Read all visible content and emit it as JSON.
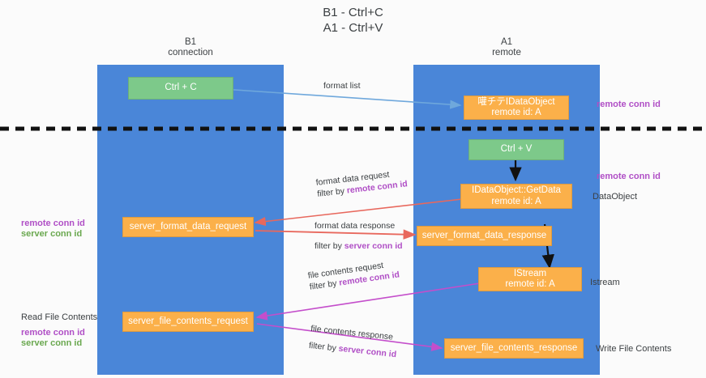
{
  "title": {
    "line1": "B1 - Ctrl+C",
    "line2": "A1 - Ctrl+V"
  },
  "lanes": [
    {
      "id": "b1",
      "title": "B1",
      "subtitle": "connection",
      "color": "#4a86d8"
    },
    {
      "id": "a1",
      "title": "A1",
      "subtitle": "remote",
      "color": "#4a86d8"
    }
  ],
  "nodes": {
    "ctrl_c": {
      "label": "Ctrl + C",
      "color": "#7dc98a"
    },
    "ctrl_v": {
      "label": "Ctrl + V",
      "color": "#7dc98a"
    },
    "idataobject_remote": {
      "label": "嚾チテIDataObject",
      "sub": "remote id: A",
      "color": "#fbb04a"
    },
    "idataobject_getdata": {
      "label": "IDataObject::GetData",
      "sub": "remote id: A",
      "color": "#fbb04a"
    },
    "istream": {
      "label": "IStream",
      "sub": "remote id: A",
      "color": "#fbb04a"
    },
    "server_format_data_request": {
      "label": "server_format_data_request",
      "color": "#fbb04a"
    },
    "server_format_data_response": {
      "label": "server_format_data_response",
      "color": "#fbb04a"
    },
    "server_file_contents_request": {
      "label": "server_file_contents_request",
      "color": "#fbb04a"
    },
    "server_file_contents_response": {
      "label": "server_file_contents_response",
      "color": "#fbb04a"
    }
  },
  "edge_labels": {
    "format_list": "format list",
    "format_data_request": {
      "line1": "format data request",
      "filter_prefix": "filter by ",
      "filter_key": "remote conn id"
    },
    "format_data_response": {
      "line1": "format data response",
      "filter_prefix": "filter by ",
      "filter_key": "server conn id"
    },
    "file_contents_request": {
      "line1": "file contents request",
      "filter_prefix": "filter by ",
      "filter_key": "remote conn id"
    },
    "file_contents_response": {
      "line1": "file contents response",
      "filter_prefix": "filter by ",
      "filter_key": "server conn id"
    }
  },
  "notes": {
    "right_top_remote_conn_id": "remote conn id",
    "right_mid_remote_conn_id": "remote conn id",
    "right_dataobject": "DataObject",
    "right_istream": "Istream",
    "right_write_file_contents": "Write File Contents",
    "left_mid_remote_conn_id": "remote conn id",
    "left_mid_server_conn_id": "server conn id",
    "left_read_file_contents": "Read File Contents",
    "left_bot_remote_conn_id": "remote conn id",
    "left_bot_server_conn_id": "server conn id"
  },
  "colors": {
    "lane": "#4a86d8",
    "green_node": "#7dc98a",
    "orange_node": "#fbb04a",
    "purple_text": "#b04fc6",
    "green_text": "#6aa84f",
    "arrow_blue": "#6fa8dc",
    "arrow_red": "#e8685d",
    "arrow_magenta": "#c44ecb",
    "arrow_black": "#111111",
    "divider": "#111111",
    "background": "#fbfbfb"
  },
  "divider": {
    "style": "dashed",
    "label": ""
  }
}
